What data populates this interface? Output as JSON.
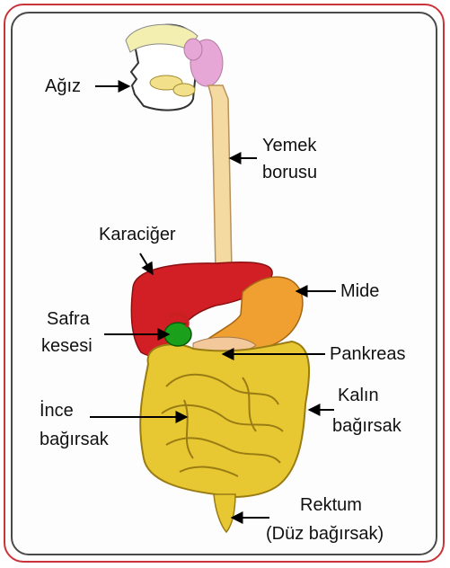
{
  "labels": {
    "mouth": "Ağız",
    "esophagus_1": "Yemek",
    "esophagus_2": "borusu",
    "liver": "Karaciğer",
    "stomach": "Mide",
    "gallbladder_1": "Safra",
    "gallbladder_2": "kesesi",
    "pancreas": "Pankreas",
    "small_intestine_1": "İnce",
    "small_intestine_2": "bağırsak",
    "large_intestine_1": "Kalın",
    "large_intestine_2": "bağırsak",
    "rectum_1": "Rektum",
    "rectum_2": "(Düz bağırsak)"
  },
  "colors": {
    "frame_outer": "#c9343a",
    "frame_inner": "#4a4a4a",
    "liver": "#d21f26",
    "stomach": "#f0a030",
    "gallbladder": "#1aa01a",
    "intestine": "#e8c832",
    "esophagus": "#f4d9a0",
    "salivary_gland": "#e6a6d6"
  }
}
